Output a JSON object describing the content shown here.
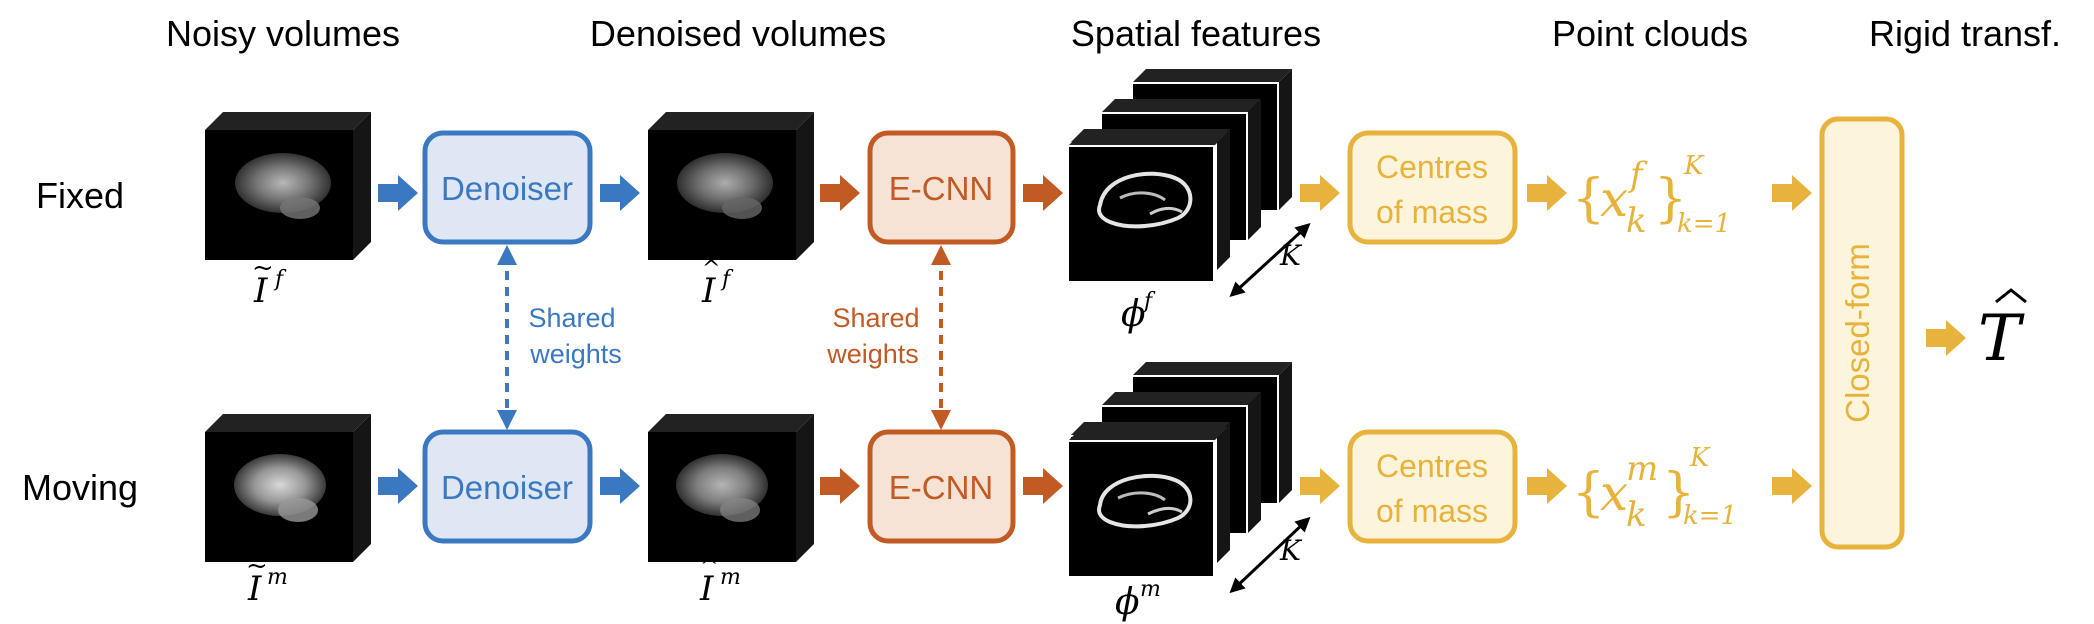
{
  "headers": {
    "noisy": "Noisy volumes",
    "denoised": "Denoised volumes",
    "spatial": "Spatial features",
    "points": "Point clouds",
    "rigid": "Rigid transf."
  },
  "rows": {
    "fixed": "Fixed",
    "moving": "Moving"
  },
  "blocks": {
    "denoiser": "Denoiser",
    "ecnn": "E-CNN",
    "centres_line1": "Centres",
    "centres_line2": "of mass",
    "closed_form": "Closed-form"
  },
  "shared_weights": {
    "line1": "Shared",
    "line2": "weights"
  },
  "symbols": {
    "I": "I",
    "phi": "ϕ",
    "K": "K",
    "x": "x",
    "k": "k",
    "k_eq_1": "k=1",
    "f": "f",
    "m": "m",
    "T": "T"
  },
  "colors": {
    "blue": "#3a78c2",
    "blue_fill": "#dfe7f5",
    "orange": "#c25a24",
    "orange_fill": "#f7e2d6",
    "yellow": "#e8b33c",
    "yellow_fill": "#fdf4dc"
  }
}
